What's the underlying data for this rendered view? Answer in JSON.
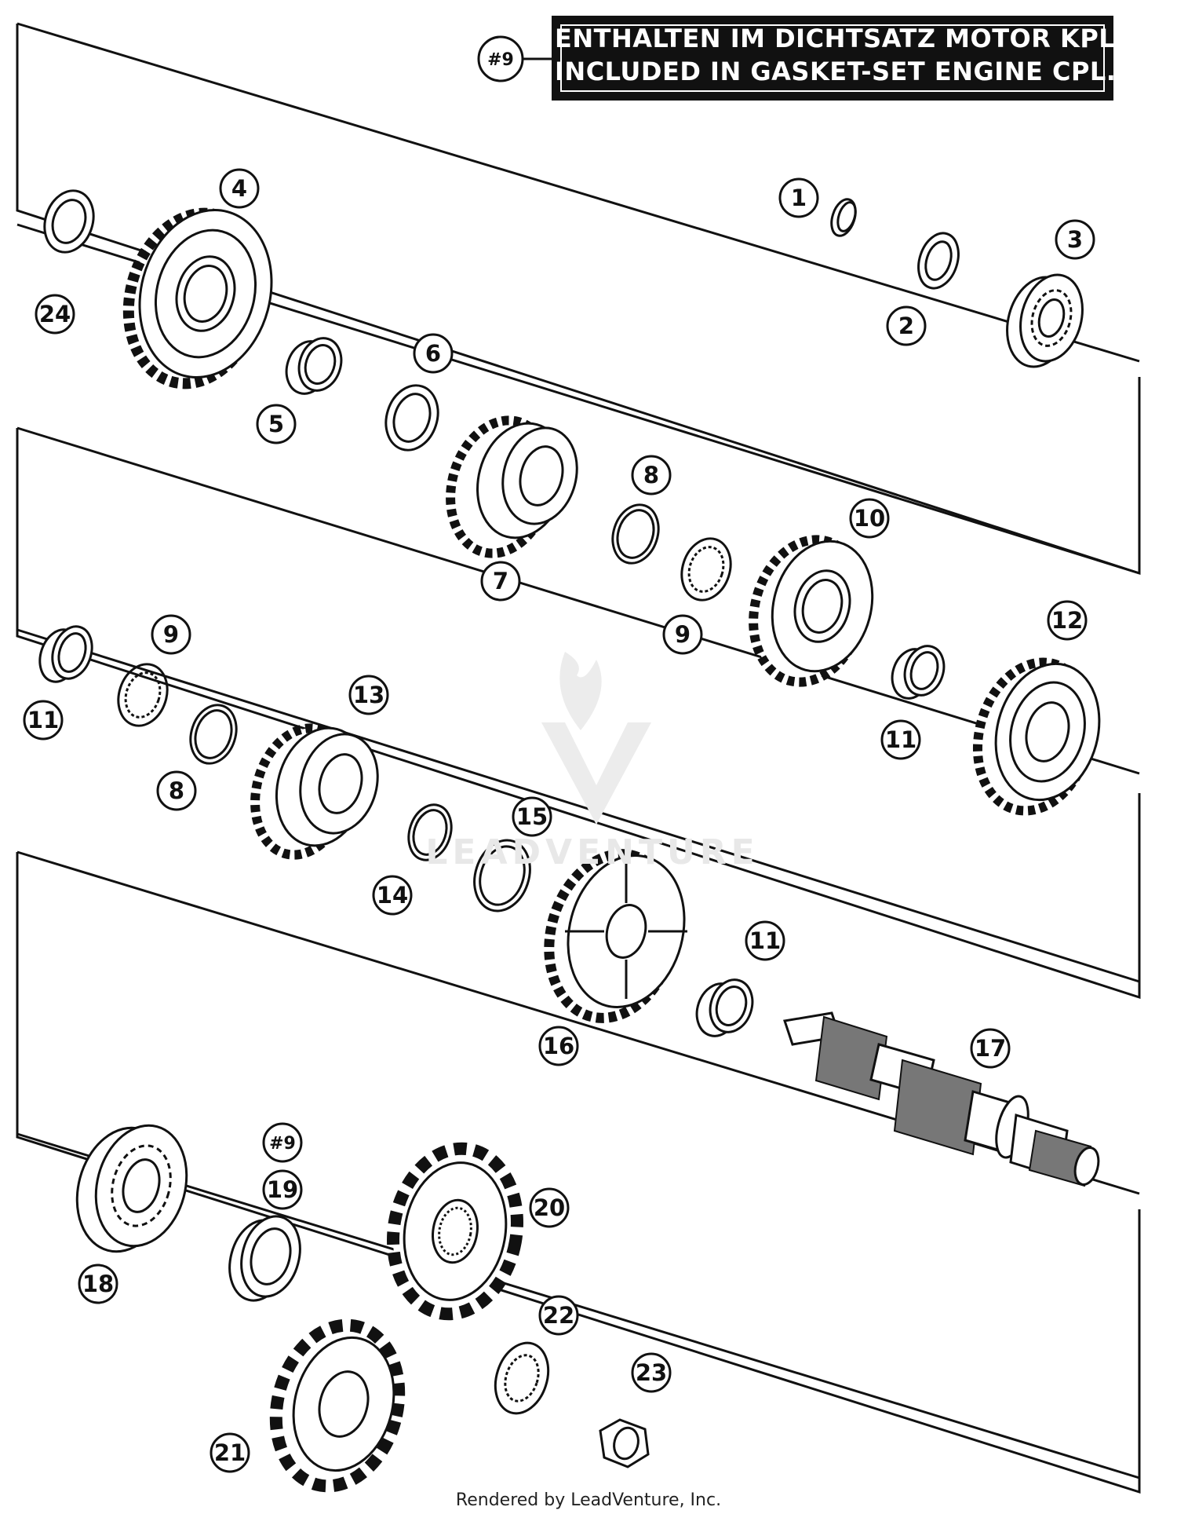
{
  "legend": {
    "ref": "#9",
    "line_de": "ENTHALTEN IM DICHTSATZ MOTOR KPL.",
    "line_en": "INCLUDED IN GASKET-SET ENGINE CPL."
  },
  "watermark": "LEADVENTURE",
  "footer": "Rendered by LeadVenture, Inc.",
  "callouts": [
    {
      "id": "c1",
      "label": "1"
    },
    {
      "id": "c2",
      "label": "2"
    },
    {
      "id": "c3",
      "label": "3"
    },
    {
      "id": "c4",
      "label": "4"
    },
    {
      "id": "c5",
      "label": "5"
    },
    {
      "id": "c6",
      "label": "6"
    },
    {
      "id": "c7",
      "label": "7"
    },
    {
      "id": "c8a",
      "label": "8"
    },
    {
      "id": "c8b",
      "label": "8"
    },
    {
      "id": "c9a",
      "label": "9"
    },
    {
      "id": "c9b",
      "label": "9"
    },
    {
      "id": "c10",
      "label": "10"
    },
    {
      "id": "c11a",
      "label": "11"
    },
    {
      "id": "c11b",
      "label": "11"
    },
    {
      "id": "c11c",
      "label": "11"
    },
    {
      "id": "c12",
      "label": "12"
    },
    {
      "id": "c13",
      "label": "13"
    },
    {
      "id": "c14",
      "label": "14"
    },
    {
      "id": "c15",
      "label": "15"
    },
    {
      "id": "c16",
      "label": "16"
    },
    {
      "id": "c17",
      "label": "17"
    },
    {
      "id": "c18",
      "label": "18"
    },
    {
      "id": "c19",
      "label": "19"
    },
    {
      "id": "c19ref",
      "label": "#9"
    },
    {
      "id": "c20",
      "label": "20"
    },
    {
      "id": "c21",
      "label": "21"
    },
    {
      "id": "c22",
      "label": "22"
    },
    {
      "id": "c23",
      "label": "23"
    },
    {
      "id": "c24",
      "label": "24"
    }
  ]
}
